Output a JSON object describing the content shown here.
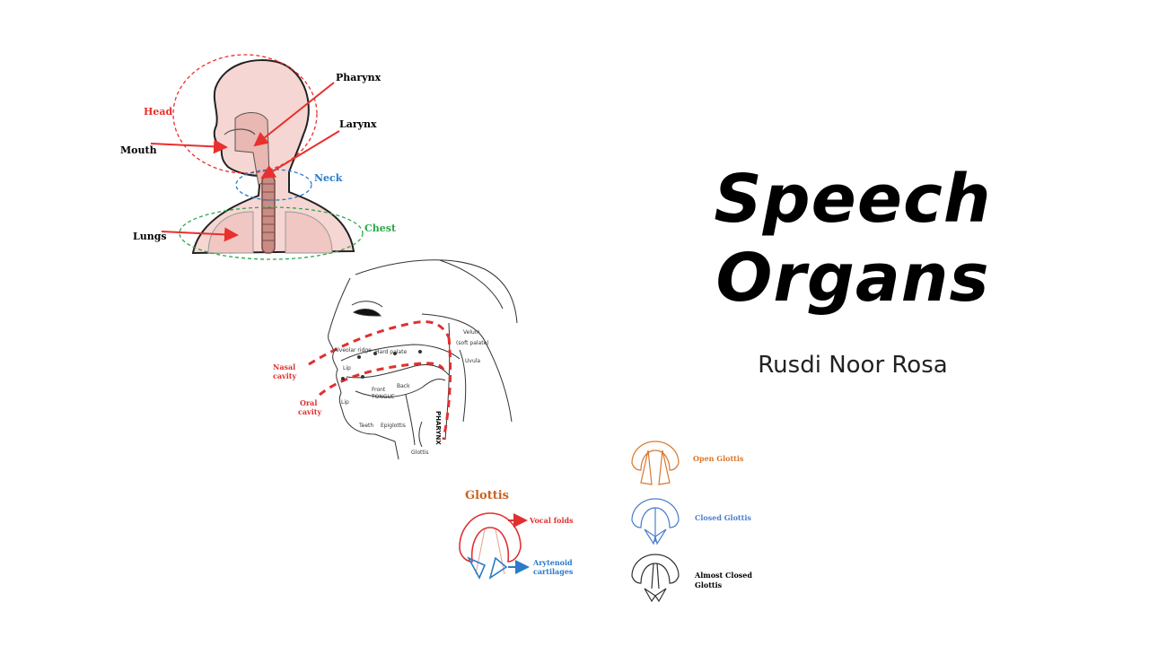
{
  "slide": {
    "title_line1": "Speech",
    "title_line2": "Organs",
    "author": "Rusdi Noor Rosa"
  },
  "body_diagram": {
    "labels": {
      "pharynx": "Pharynx",
      "larynx": "Larynx",
      "head": "Head",
      "mouth": "Mouth",
      "neck": "Neck",
      "lungs": "Lungs",
      "chest": "Chest"
    },
    "colors": {
      "head": "#e8302e",
      "neck": "#2a7bc8",
      "chest": "#2aa84a",
      "skin": "#f6d6d2"
    }
  },
  "vocal_tract_diagram": {
    "labels": {
      "nasal_cavity_1": "Nasal",
      "nasal_cavity_2": "cavity",
      "oral_cavity_1": "Oral",
      "oral_cavity_2": "cavity",
      "pharynx": "PHARYNX",
      "velum": "Velum",
      "soft_palate": "(soft palate)",
      "uvula": "Uvula",
      "alveolar_ridge": "Alveolar ridge",
      "hard_palate": "Hard palate",
      "front": "Front",
      "back": "Back",
      "tongue": "TONGUE",
      "lip_upper": "Lip",
      "lip_lower": "Lip",
      "teeth": "Teeth",
      "epiglottis": "Epiglottis",
      "glottis": "Glottis"
    }
  },
  "glottis_diagram": {
    "title": "Glottis",
    "vocal_folds": "Vocal folds",
    "arytenoid_1": "Arytenoid",
    "arytenoid_2": "cartilages",
    "colors": {
      "title": "#c86420",
      "folds": "#e03030",
      "cartilage": "#2a7bc8"
    }
  },
  "glottis_states": {
    "open": "Open Glottis",
    "closed": "Closed Glottis",
    "almost_closed_1": "Almost Closed",
    "almost_closed_2": "Glottis",
    "colors": {
      "open": "#d8782e",
      "closed": "#4a7ed0",
      "almost": "#000000"
    }
  }
}
